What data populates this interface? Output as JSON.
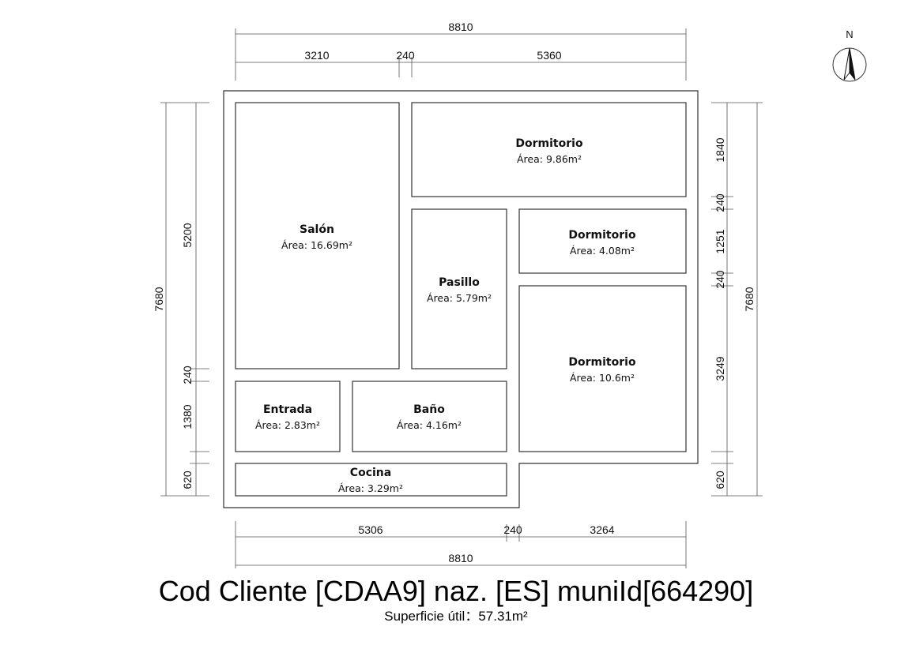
{
  "compass": {
    "label": "N"
  },
  "rooms": [
    {
      "id": "dormitorio-1",
      "name": "Dormitorio",
      "area": "Área: 9.86m²"
    },
    {
      "id": "salon",
      "name": "Salón",
      "area": "Área: 16.69m²"
    },
    {
      "id": "pasillo",
      "name": "Pasillo",
      "area": "Área: 5.79m²"
    },
    {
      "id": "dormitorio-2",
      "name": "Dormitorio",
      "area": "Área: 4.08m²"
    },
    {
      "id": "dormitorio-3",
      "name": "Dormitorio",
      "area": "Área: 10.6m²"
    },
    {
      "id": "entrada",
      "name": "Entrada",
      "area": "Área: 2.83m²"
    },
    {
      "id": "bano",
      "name": "Baño",
      "area": "Área: 4.16m²"
    },
    {
      "id": "cocina",
      "name": "Cocina",
      "area": "Área: 3.29m²"
    }
  ],
  "dimensions": {
    "top_total": "8810",
    "top_parts": [
      "3210",
      "240",
      "5360"
    ],
    "bottom_parts": [
      "5306",
      "240",
      "3264"
    ],
    "bottom_total": "8810",
    "left_total": "7680",
    "left_parts": [
      "5200",
      "240",
      "1380",
      "620"
    ],
    "right_parts": [
      "1840",
      "240",
      "1251",
      "240",
      "3249",
      "620"
    ],
    "right_total": "7680"
  },
  "caption": "Cod Cliente [CDAA9] naz. [ES] muniId[664290]",
  "surface": "Superficie útil：57.31m²"
}
